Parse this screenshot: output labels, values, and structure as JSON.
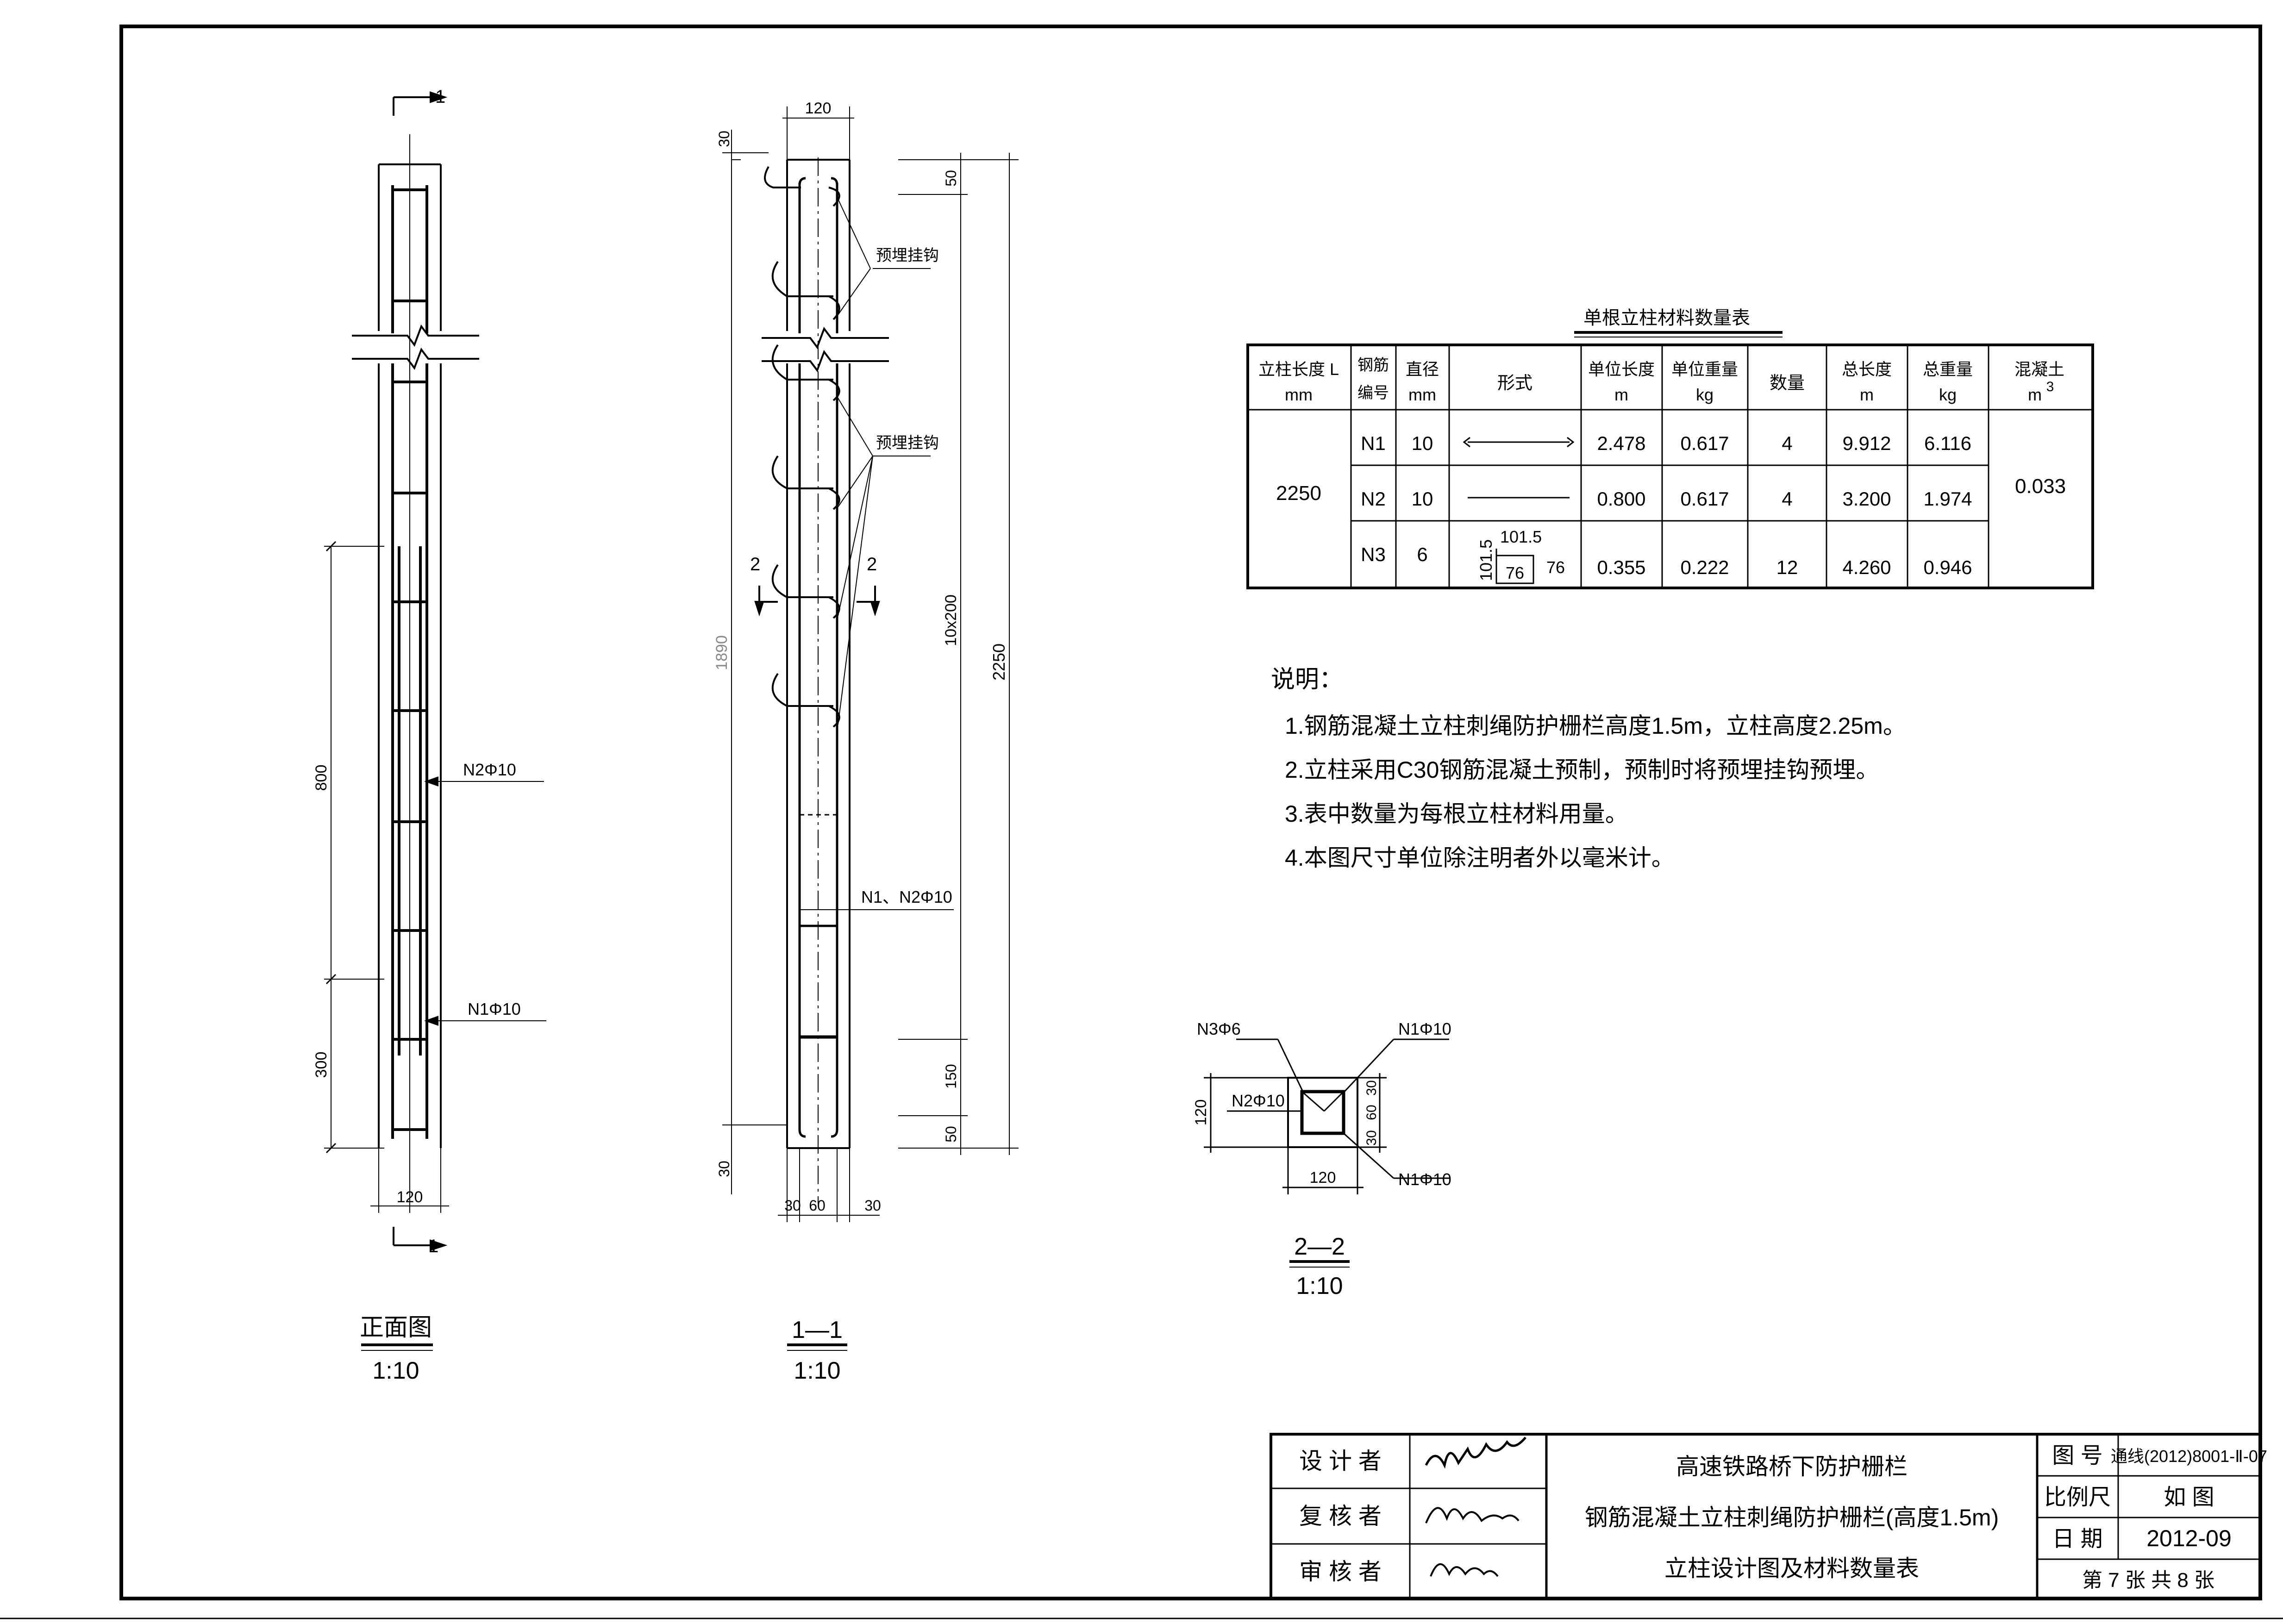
{
  "front_view": {
    "section_mark": "1",
    "dims": {
      "d800": "800",
      "d300": "300",
      "d120": "120"
    },
    "callouts": {
      "n2": "N2Φ10",
      "n1": "N1Φ10"
    },
    "caption": "正面图",
    "scale": "1:10"
  },
  "section_view": {
    "dims": {
      "top120": "120",
      "top30": "30",
      "d50a": "50",
      "d1890": "1890",
      "d10x200": "10x200",
      "d2250": "2250",
      "d150": "150",
      "d50b": "50",
      "bot30": "30",
      "b30a": "30",
      "b60": "60",
      "b30b": "30"
    },
    "callouts": {
      "hook1": "预埋挂钩",
      "hook2": "预埋挂钩",
      "n1n2": "N1、N2Φ10"
    },
    "section_mark": "2",
    "caption": "1—1",
    "scale": "1:10"
  },
  "material_table": {
    "title": "单根立柱材料数量表",
    "headers": {
      "length": "立柱长度 L",
      "length_unit": "mm",
      "bar_no_1": "钢筋",
      "bar_no_2": "编号",
      "dia": "直径",
      "dia_unit": "mm",
      "form": "形式",
      "unit_len": "单位长度",
      "unit_len_unit": "m",
      "unit_wt": "单位重量",
      "unit_wt_unit": "kg",
      "qty": "数量",
      "total_len": "总长度",
      "total_len_unit": "m",
      "total_wt": "总重量",
      "total_wt_unit": "kg",
      "concrete": "混凝土",
      "concrete_unit": "m",
      "concrete_exp": "3"
    },
    "column_length": "2250",
    "concrete_value": "0.033",
    "rows": [
      {
        "bar": "N1",
        "dia": "10",
        "unit_len": "2.478",
        "unit_wt": "0.617",
        "qty": "4",
        "total_len": "9.912",
        "total_wt": "6.116"
      },
      {
        "bar": "N2",
        "dia": "10",
        "unit_len": "0.800",
        "unit_wt": "0.617",
        "qty": "4",
        "total_len": "3.200",
        "total_wt": "1.974"
      },
      {
        "bar": "N3",
        "dia": "6",
        "unit_len": "0.355",
        "unit_wt": "0.222",
        "qty": "12",
        "total_len": "4.260",
        "total_wt": "0.946"
      }
    ],
    "n3_shape": {
      "top": "101.5",
      "left": "101.5",
      "inner": "76",
      "right": "76"
    }
  },
  "notes": {
    "heading": "说明：",
    "items": [
      "1.钢筋混凝土立柱刺绳防护栅栏高度1.5m，立柱高度2.25m。",
      "2.立柱采用C30钢筋混凝土预制，预制时将预埋挂钩预埋。",
      "3.表中数量为每根立柱材料用量。",
      "4.本图尺寸单位除注明者外以毫米计。"
    ]
  },
  "cross_section": {
    "callouts": {
      "n3": "N3Φ6",
      "n1a": "N1Φ10",
      "n2": "N2Φ10",
      "n1b": "N1Φ10"
    },
    "dims": {
      "d120v": "120",
      "d120h": "120",
      "s30a": "30",
      "s60": "60",
      "s30b": "30"
    },
    "caption": "2—2",
    "scale": "1:10"
  },
  "title_block": {
    "design_label": "设 计 者",
    "check_label": "复 核 者",
    "review_label": "审 核 者",
    "title_line1": "高速铁路桥下防护栅栏",
    "title_line2": "钢筋混凝土立柱刺绳防护栅栏(高度1.5m)",
    "title_line3": "立柱设计图及材料数量表",
    "drawing_no_label": "图 号",
    "drawing_no": "通线(2012)8001-Ⅱ-07",
    "scale_label": "比例尺",
    "scale_value": "如 图",
    "date_label": "日 期",
    "date_value": "2012-09",
    "sheet": "第 7 张 共 8 张"
  }
}
